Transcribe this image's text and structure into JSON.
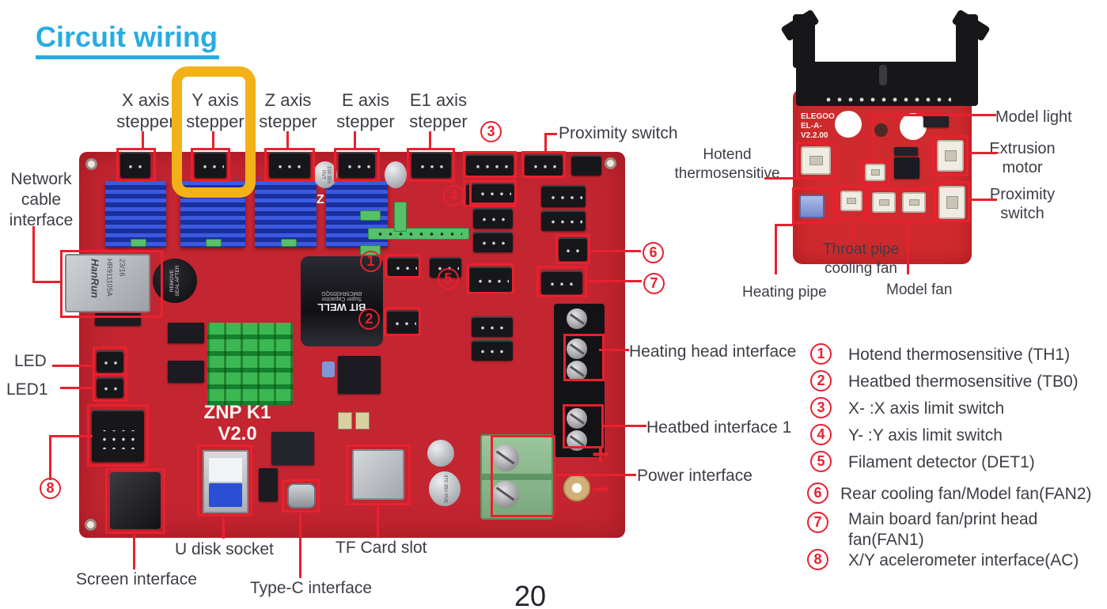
{
  "title": {
    "text": "Circuit wiring"
  },
  "page_number": "20",
  "colors": {
    "accent": "#29abe2",
    "callout": "#e8212e",
    "highlight": "#f3b119",
    "board_red": "#c32531"
  },
  "board_labels": {
    "steppers": [
      {
        "l1": "X axis",
        "l2": "stepper"
      },
      {
        "l1": "Y axis",
        "l2": "stepper"
      },
      {
        "l1": "Z axis",
        "l2": "stepper"
      },
      {
        "l1": "E axis",
        "l2": "stepper"
      },
      {
        "l1": "E1 axis",
        "l2": "stepper"
      }
    ],
    "proximity_switch": "Proximity switch",
    "network": [
      "Network",
      "cable",
      "interface"
    ],
    "led": "LED",
    "led1": "LED1",
    "screen": "Screen interface",
    "udisk": "U disk socket",
    "typec": "Type-C interface",
    "tfcard": "TF Card slot",
    "heating_head": "Heating head interface",
    "heatbed1": "Heatbed interface 1",
    "power": "Power interface",
    "plus": "+",
    "minus": "−",
    "callout_numbers": {
      "n1": "1",
      "n2": "2",
      "n3": "3",
      "n4": "4",
      "n5": "5",
      "n6": "6",
      "n7": "7",
      "n8": "8"
    }
  },
  "mainboard_silkscreen": {
    "model_line1": "ZNP K1",
    "model_line2": "V2.0",
    "z_mark": "Z",
    "rj45": [
      "HanRun",
      "HR911105A",
      "23/16"
    ],
    "buzzer": "REMOVE SEAL AFTER",
    "supercap": [
      "BIT WELL",
      "Super Capacitor",
      "BMC5R4355QG"
    ],
    "caps": [
      "100 35V RVT",
      "470 35V RVE"
    ]
  },
  "headboard": {
    "silkscreen": [
      "ELEGOO",
      "EL-A-",
      "V2.2.00"
    ],
    "labels": {
      "model_light": "Model light",
      "extrusion": [
        "Extrusion",
        "motor"
      ],
      "proximity": [
        "Proximity",
        "switch"
      ],
      "hotend": [
        "Hotend",
        "thermosensitive"
      ],
      "throat_fan": [
        "Throat pipe",
        "cooling fan"
      ],
      "heating_pipe": "Heating pipe",
      "model_fan": "Model fan"
    }
  },
  "legend": {
    "items": [
      {
        "num": "1",
        "text": "Hotend thermosensitive (TH1)"
      },
      {
        "num": "2",
        "text": "Heatbed thermosensitive (TB0)"
      },
      {
        "num": "3",
        "text": "X- :X axis limit switch"
      },
      {
        "num": "4",
        "text": "Y- :Y axis limit switch"
      },
      {
        "num": "5",
        "text": "Filament detector (DET1)"
      },
      {
        "num": "6",
        "text": "Rear cooling fan/Model fan(FAN2)"
      },
      {
        "num": "7",
        "text": "Main board fan/print head fan(FAN1)"
      },
      {
        "num": "8",
        "text": "X/Y acelerometer interface(AC)"
      }
    ]
  }
}
